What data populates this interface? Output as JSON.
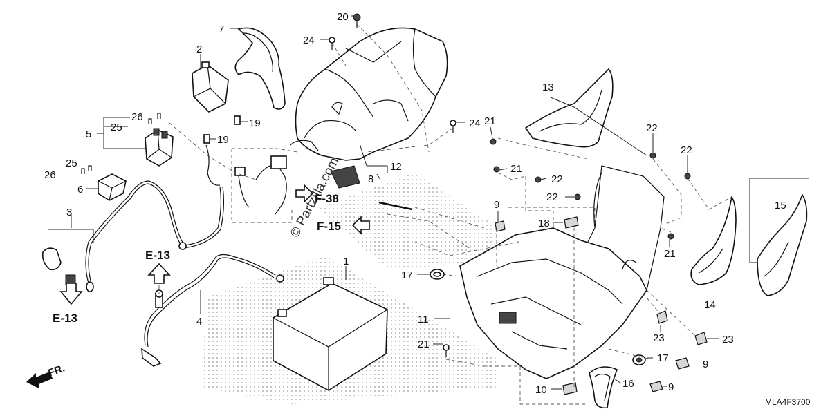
{
  "diagram": {
    "watermark": "© Partzilla.com",
    "drawing_code": "MLA4F3700",
    "front_label": "FR.",
    "part_numbers": {
      "p1": "1",
      "p2": "2",
      "p3": "3",
      "p4": "4",
      "p5": "5",
      "p6": "6",
      "p7": "7",
      "p8": "8",
      "p9a": "9",
      "p9b": "9",
      "p9c": "9",
      "p10": "10",
      "p11": "11",
      "p12": "12",
      "p13": "13",
      "p14": "14",
      "p15": "15",
      "p16": "16",
      "p17a": "17",
      "p17b": "17",
      "p18": "18",
      "p19a": "19",
      "p19b": "19",
      "p20": "20",
      "p21a": "21",
      "p21b": "21",
      "p21c": "21",
      "p21d": "21",
      "p22a": "22",
      "p22b": "22",
      "p22c": "22",
      "p22d": "22",
      "p23a": "23",
      "p23b": "23",
      "p24a": "24",
      "p24b": "24",
      "p25a": "25",
      "p25b": "25",
      "p26a": "26",
      "p26b": "26"
    },
    "references": {
      "e13_top": "E-13",
      "e13_bottom": "E-13",
      "f38": "F-38",
      "f15": "F-15"
    }
  }
}
